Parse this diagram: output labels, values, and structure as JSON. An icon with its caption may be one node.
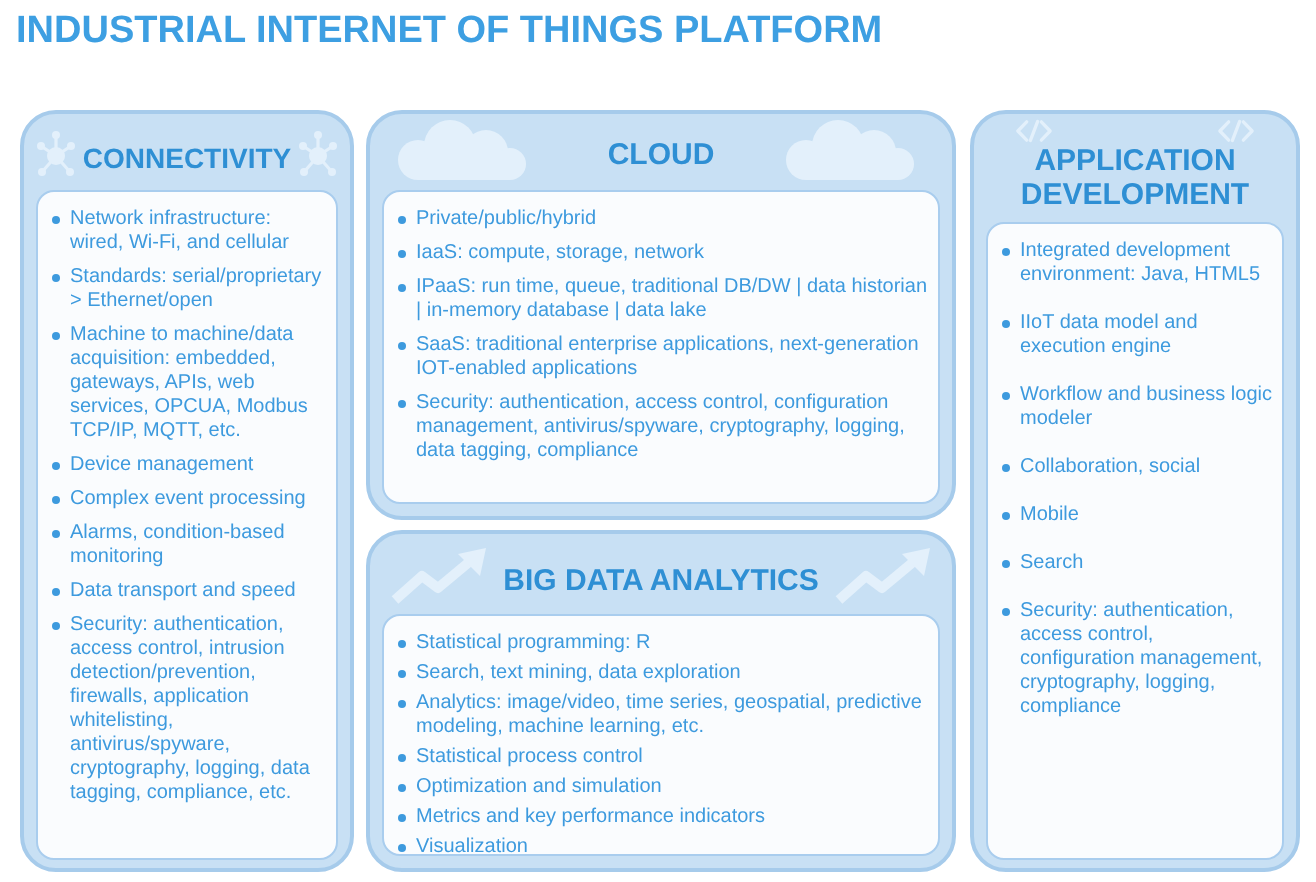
{
  "diagram": {
    "title": "INDUSTRIAL INTERNET OF THINGS PLATFORM",
    "nodes": [
      {
        "text": [
          "CONNECTIVITY"
        ]
      },
      {
        "text": [
          "Network infrastructure: wired, Wi-Fi, and cellular",
          "Standards: serial/proprietary > Ethernet/open",
          "Machine to machine/data acquisition: embedded, gateways, APIs, web services, OPCUA, Modbus TCP/IP, MQTT, etc.",
          "Device management",
          "Complex event processing",
          "Alarms, condition-based monitoring",
          "Data transport and speed",
          "Security: authentication, access control, intrusion detection/prevention, firewalls, application whitelisting, antivirus/spyware, cryptography, logging, data tagging, compliance, etc."
        ],
        "in": 0
      },
      {
        "text": [
          "CLOUD"
        ]
      },
      {
        "text": [
          "Private/public/hybrid",
          "IaaS: compute, storage, network",
          "IPaaS: run time, queue, traditional DB/DW | data historian | in-memory database | data lake",
          "SaaS: traditional enterprise applications, next-generation IOT-enabled applications",
          "Security: authentication, access control, configuration management, antivirus/spyware, cryptography, logging, data tagging, compliance"
        ],
        "in": 2
      },
      {
        "text": [
          "BIG DATA ANALYTICS"
        ]
      },
      {
        "text": [
          "Statistical programming: R",
          "Search, text mining, data exploration",
          "Analytics: image/video, time series, geospatial, predictive modeling, machine learning, etc.",
          "Statistical process control",
          "Optimization and simulation",
          "Metrics and key performance indicators",
          "Visualization"
        ],
        "in": 4
      },
      {
        "text": [
          "APPLICATION DEVELOPMENT"
        ]
      },
      {
        "text": [
          "Integrated development environment: Java, HTML5",
          "IIoT data model and execution engine",
          "Workflow and business logic modeler",
          "Collaboration, social",
          "Mobile",
          "Search",
          "Security: authentication, access control, configuration management, cryptography, logging, compliance"
        ],
        "in": 6
      }
    ]
  }
}
